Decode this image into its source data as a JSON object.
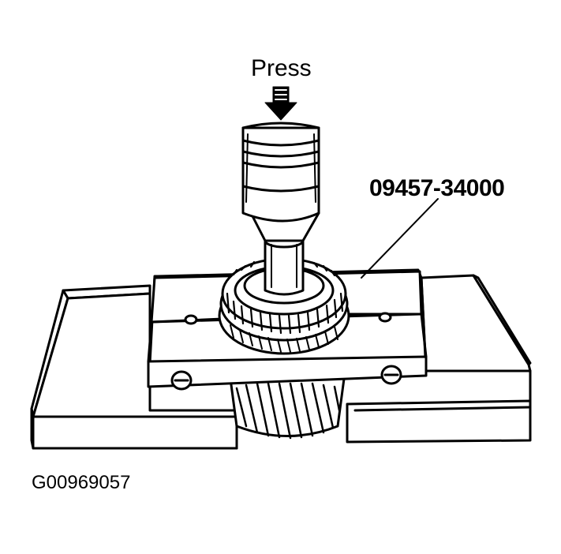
{
  "labels": {
    "press": "Press",
    "part_number": "09457-34000",
    "figure_id": "G00969057"
  }
}
